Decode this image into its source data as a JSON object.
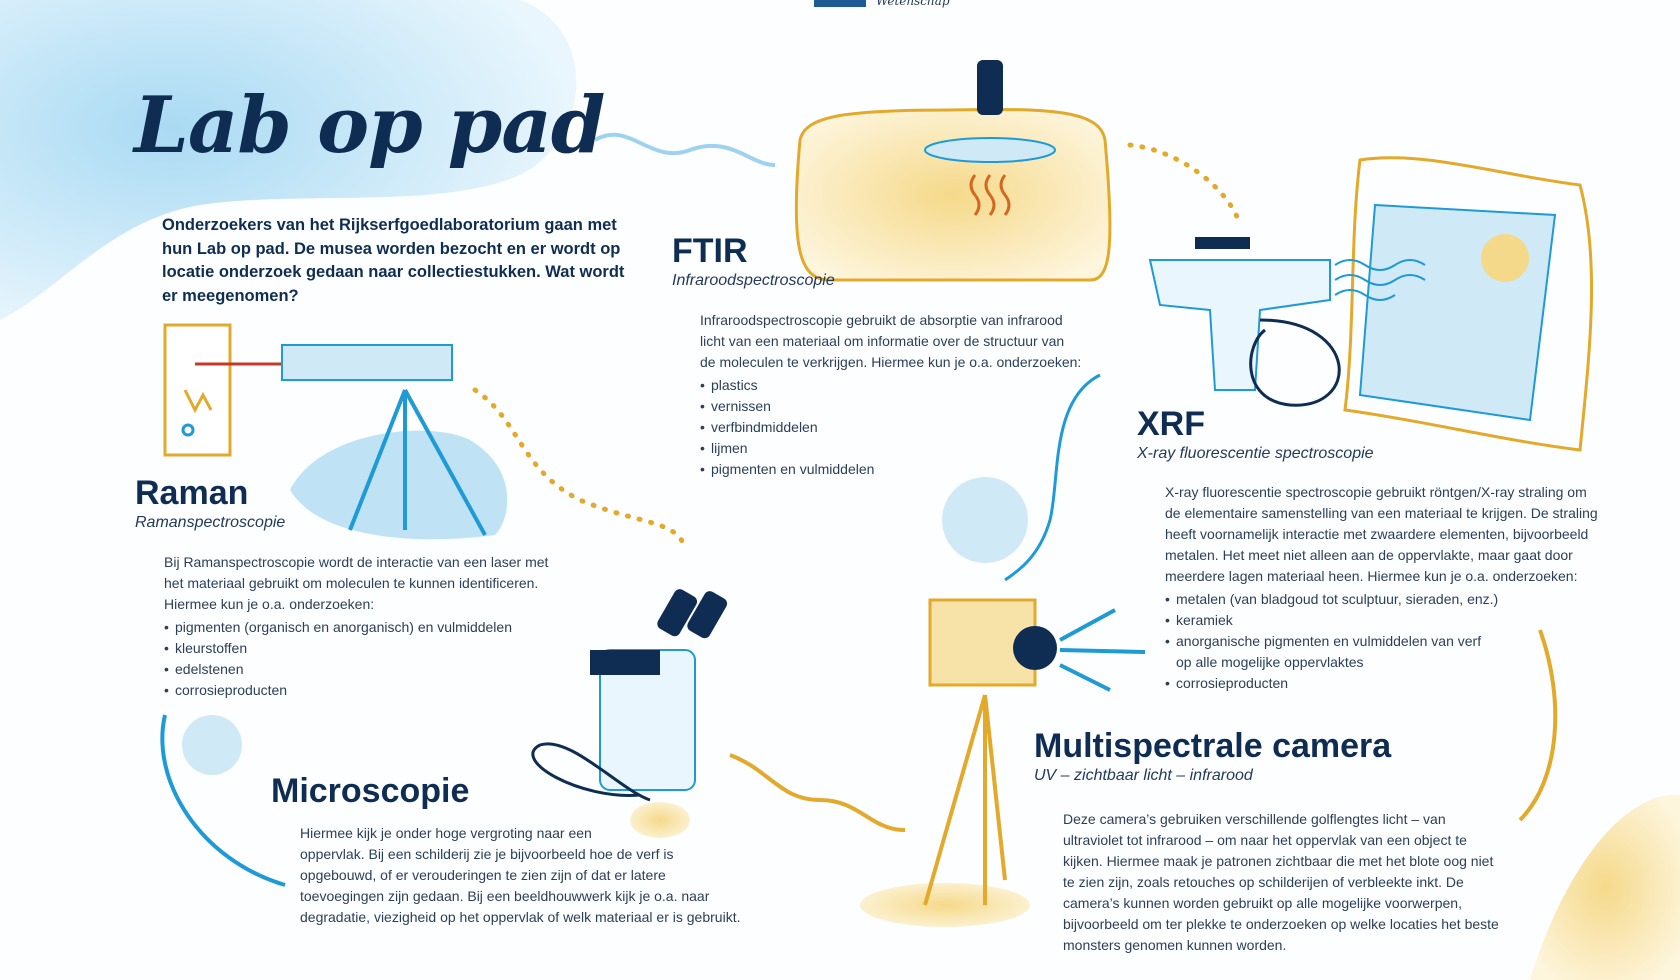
{
  "logo": {
    "text": "Wetenschap"
  },
  "title": "Lab op pad",
  "intro": [
    "Onderzoekers van het Rijkserfgoedlaboratorium gaan met",
    "hun Lab op pad. De musea worden bezocht en er wordt op",
    "locatie onderzoek gedaan naar collectiestukken. Wat wordt",
    "er meegenomen?"
  ],
  "ftir": {
    "heading": "FTIR",
    "subtitle": "Infraroodspectroscopie",
    "body": [
      "Infraroodspectroscopie gebruikt de absorptie van infrarood",
      "licht van een materiaal om informatie over de structuur van",
      "de moleculen te verkrijgen. Hiermee kun je o.a. onderzoeken:"
    ],
    "items": [
      "plastics",
      "vernissen",
      "verfbindmiddelen",
      "lijmen",
      "pigmenten en vulmiddelen"
    ]
  },
  "xrf": {
    "heading": "XRF",
    "subtitle": "X-ray fluorescentie spectroscopie",
    "body": [
      "X-ray fluorescentie spectroscopie gebruikt röntgen/X-ray straling om",
      "de elementaire samenstelling van een materiaal te krijgen. De straling",
      "heeft voornamelijk interactie met zwaardere elementen, bijvoorbeeld",
      "metalen. Het meet niet alleen aan de oppervlakte, maar gaat door",
      "meerdere lagen materiaal heen. Hiermee kun je o.a. onderzoeken:"
    ],
    "items": [
      "metalen (van bladgoud tot sculptuur, sieraden, enz.)",
      "keramiek",
      "anorganische pigmenten en vulmiddelen van verf",
      "corrosieproducten"
    ],
    "item_continuation": "op alle mogelijke oppervlaktes"
  },
  "raman": {
    "heading": "Raman",
    "subtitle": "Ramanspectroscopie",
    "body": [
      "Bij Ramanspectroscopie wordt de interactie van een laser met",
      "het materiaal gebruikt om moleculen te kunnen identificeren.",
      "Hiermee kun je o.a. onderzoeken:"
    ],
    "items": [
      "pigmenten (organisch en anorganisch) en vulmiddelen",
      "kleurstoffen",
      "edelstenen",
      "corrosieproducten"
    ]
  },
  "microscopie": {
    "heading": "Microscopie",
    "body": [
      "Hiermee kijk je onder hoge vergroting naar een",
      "oppervlak. Bij een schilderij zie je bijvoorbeeld hoe de verf is",
      "opgebouwd, of er verouderingen te zien zijn of dat er latere",
      "toevoegingen zijn gedaan. Bij een beeldhouwwerk kijk je o.a. naar",
      "degradatie, viezigheid op het oppervlak of welk materiaal er is gebruikt."
    ]
  },
  "multispectraal": {
    "heading": "Multispectrale camera",
    "subtitle": "UV – zichtbaar licht – infrarood",
    "body": [
      "Deze camera’s gebruiken verschillende golflengtes licht – van",
      "ultraviolet tot infrarood – om naar het oppervlak van een object te",
      "kijken. Hiermee maak je patronen zichtbaar die met het blote oog niet",
      "te zien zijn, zoals retouches op schilderijen of verbleekte inkt. De",
      "camera’s kunnen worden gebruikt op alle mogelijke voorwerpen,",
      "bijvoorbeeld om ter plekke te onderzoeken op welke locaties het beste",
      "monsters genomen kunnen worden."
    ]
  },
  "colors": {
    "navy": "#0f2d52",
    "blue": "#1e9ad6",
    "light_blue": "#bfe3f5",
    "gold": "#e3a92a",
    "light_gold": "#f7e3a8",
    "red": "#c0392b"
  }
}
